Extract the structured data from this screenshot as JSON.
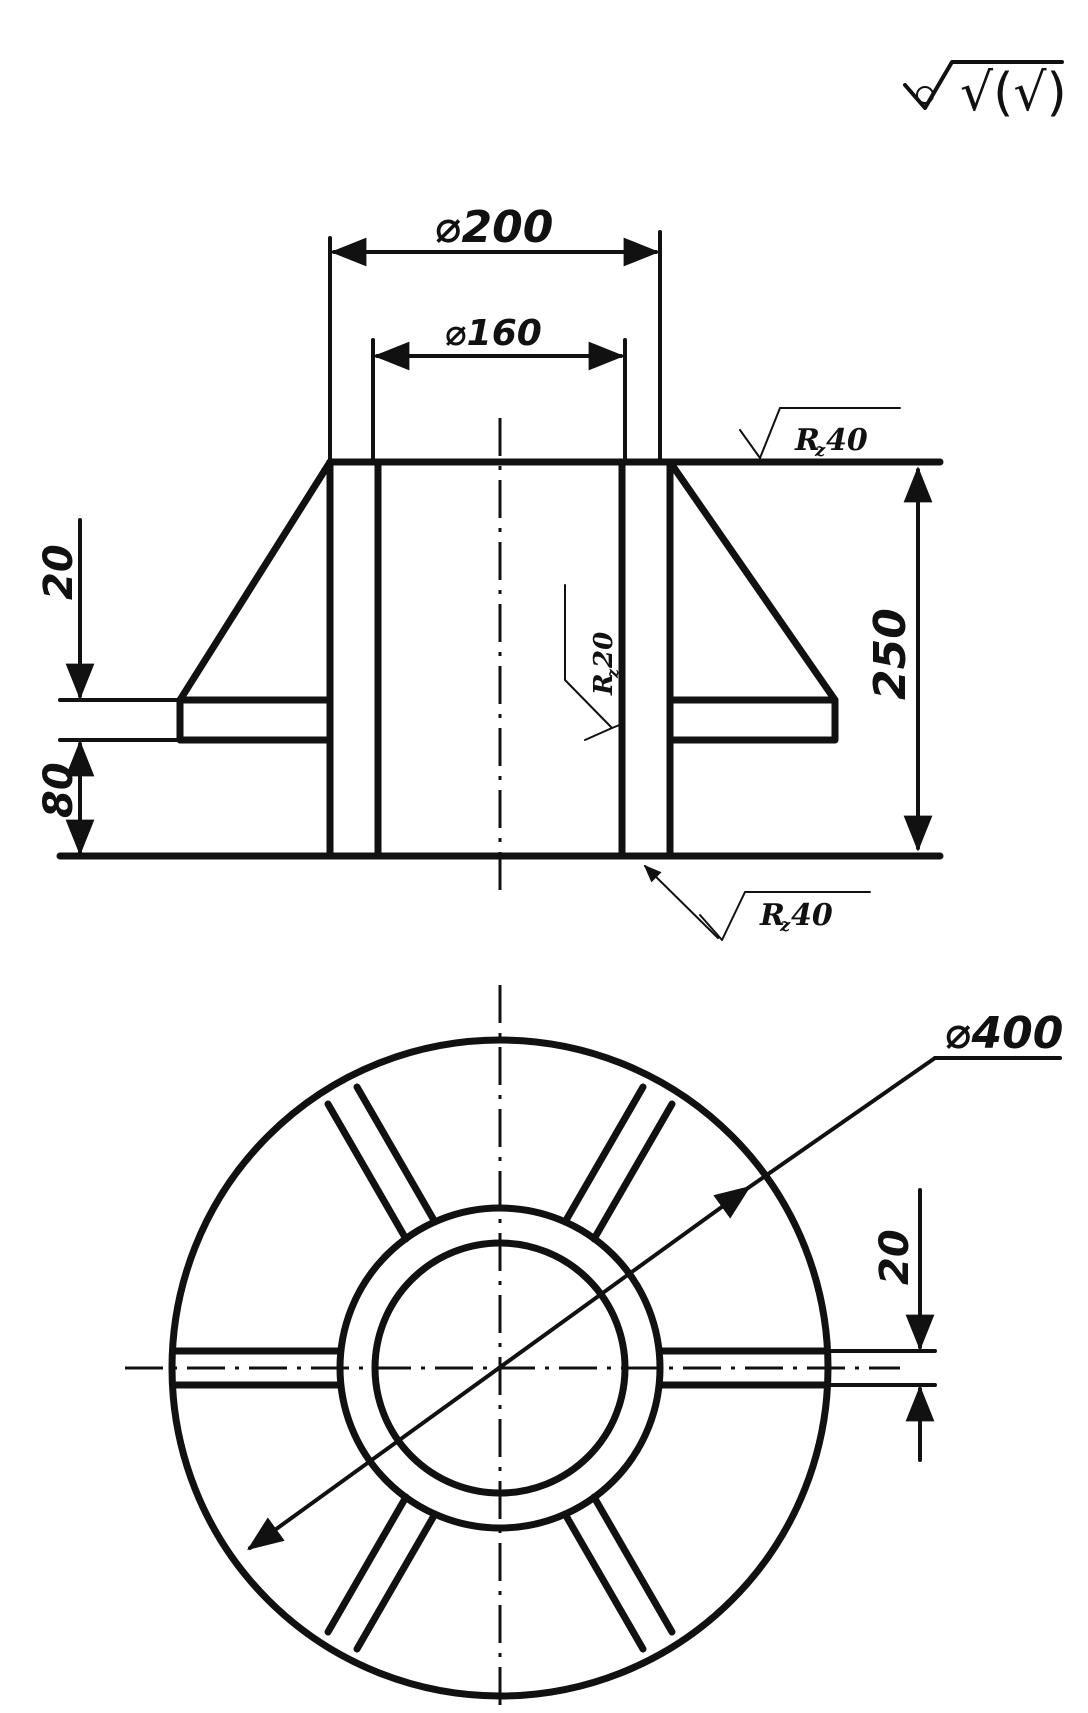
{
  "roughness": {
    "general_symbol": "√(√)",
    "top_face": {
      "prefix": "R",
      "sub": "z",
      "value": "40"
    },
    "bottom_face": {
      "prefix": "R",
      "sub": "z",
      "value": "40"
    },
    "bore": {
      "prefix": "R",
      "sub": "z",
      "value": "20"
    }
  },
  "dimensions": {
    "outer_diameter_top": "⌀200",
    "inner_diameter_top": "⌀160",
    "height_total": "250",
    "flange_thickness": "20",
    "flange_height": "80",
    "base_diameter": "⌀400",
    "rib_width": "20"
  }
}
